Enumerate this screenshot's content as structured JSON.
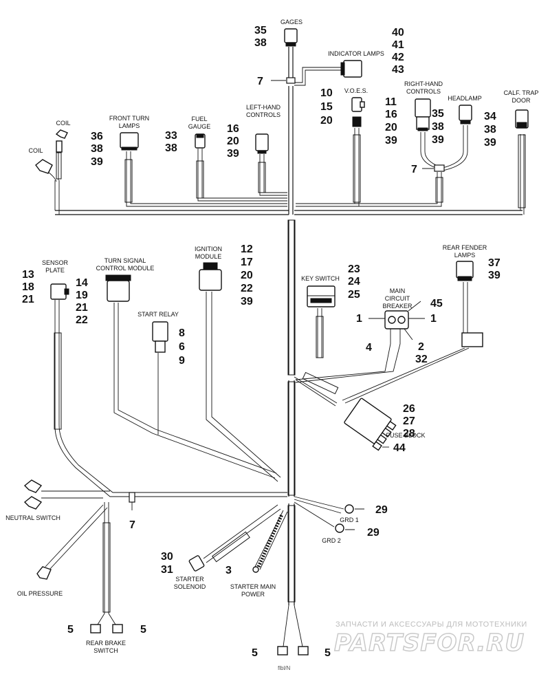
{
  "labels": {
    "gages": "GAGES",
    "indicator_lamps": "INDICATOR LAMPS",
    "voes": "V.O.E.S.",
    "right_hand_controls": [
      "RIGHT-HAND",
      "CONTROLS"
    ],
    "headlamp": "HEADLAMP",
    "calf_trap_door": [
      "CALF. TRAP",
      "DOOR"
    ],
    "coil_top": "COIL",
    "coil_left": "COIL",
    "front_turn_lamps": [
      "FRONT TURN",
      "LAMPS"
    ],
    "fuel_gauge": [
      "FUEL",
      "GAUGE"
    ],
    "left_hand_controls": [
      "LEFT-HAND",
      "CONTROLS"
    ],
    "sensor_plate": [
      "SENSOR",
      "PLATE"
    ],
    "turn_signal_module": [
      "TURN SIGNAL",
      "CONTROL MODULE"
    ],
    "ignition_module": [
      "IGNITION",
      "MODULE"
    ],
    "start_relay": "START RELAY",
    "key_switch": "KEY SWITCH",
    "main_circuit_breaker": [
      "MAIN",
      "CIRCUIT",
      "BREAKER"
    ],
    "rear_fender_lamps": [
      "REAR FENDER",
      "LAMPS"
    ],
    "fuse_block": "FUSE BLOCK",
    "neutral_switch": "NEUTRAL SWITCH",
    "oil_pressure": "OIL PRESSURE",
    "starter_solenoid": [
      "STARTER",
      "SOLENOID"
    ],
    "starter_main_power": [
      "STARTER MAIN",
      "POWER"
    ],
    "grd1": "GRD 1",
    "grd2": "GRD 2",
    "rear_brake_switch": [
      "REAR  BRAKE",
      "SWITCH"
    ]
  },
  "callouts": {
    "gages": [
      "35",
      "38"
    ],
    "indicator_lamps": [
      "40",
      "41",
      "42",
      "43"
    ],
    "clip_top": "7",
    "voes": [
      "10",
      "15",
      "20"
    ],
    "right_hand_controls": [
      "11",
      "16",
      "20",
      "39"
    ],
    "headlamp": [
      "35",
      "38",
      "39"
    ],
    "calf_trap_door": [
      "34",
      "38",
      "39"
    ],
    "clip_right": "7",
    "front_turn_lamps": [
      "36",
      "38",
      "39"
    ],
    "fuel_gauge": [
      "33",
      "38"
    ],
    "left_hand_controls": [
      "16",
      "20",
      "39"
    ],
    "sensor_plate": [
      "13",
      "18",
      "21"
    ],
    "turn_signal_module": [
      "14",
      "19",
      "21",
      "22"
    ],
    "ignition_module": [
      "12",
      "17",
      "20",
      "22",
      "39"
    ],
    "start_relay": [
      "8",
      "6",
      "9"
    ],
    "key_switch": [
      "23",
      "24",
      "25"
    ],
    "circuit_breaker_top": "45",
    "circuit_breaker_left": "1",
    "circuit_breaker_right": "1",
    "circuit_breaker_wire_left": "4",
    "circuit_breaker_wire_right": [
      "2",
      "32"
    ],
    "rear_fender_lamps": [
      "37",
      "39"
    ],
    "fuse_block_top": [
      "26",
      "27",
      "28"
    ],
    "fuse_block_bottom": "44",
    "grd1": "29",
    "grd2": "29",
    "clip_left": "7",
    "starter_solenoid": [
      "30",
      "31"
    ],
    "starter_main_power": "3",
    "rear_brake_left": "5",
    "rear_brake_right": "5",
    "bottom_left": "5",
    "bottom_right": "5"
  },
  "footer_code": "flbl/N",
  "watermark": {
    "tagline": "ЗАПЧАСТИ И АКСЕССУАРЫ ДЛЯ МОТОТЕХНИКИ",
    "brand": "PARTSFOR.RU"
  }
}
